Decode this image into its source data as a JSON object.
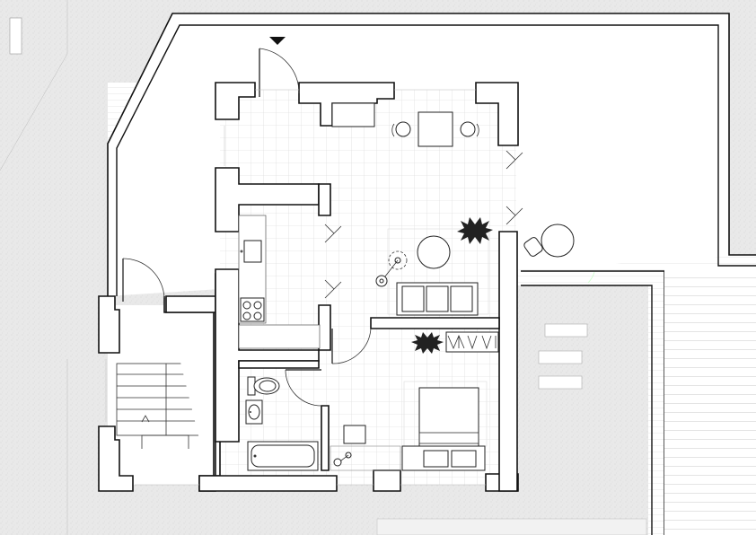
{
  "plan": {
    "colors": {
      "wall": "#111111",
      "surround": "#e6e6e6",
      "tile_grid": "#d6d6d6",
      "deck_lines": "#cfcfcf",
      "background": "#ffffff"
    },
    "rooms": [
      "entrance-hall",
      "living-dining",
      "kitchen",
      "bathroom",
      "bedroom",
      "stairwell",
      "terrace"
    ],
    "icons": [
      "entrance-arrow-icon",
      "plant-icon",
      "chair-icon",
      "toilet-icon",
      "sink-icon",
      "bathtub-icon",
      "bed-icon",
      "sofa-icon",
      "stove-icon",
      "floor-lamp-icon"
    ]
  }
}
